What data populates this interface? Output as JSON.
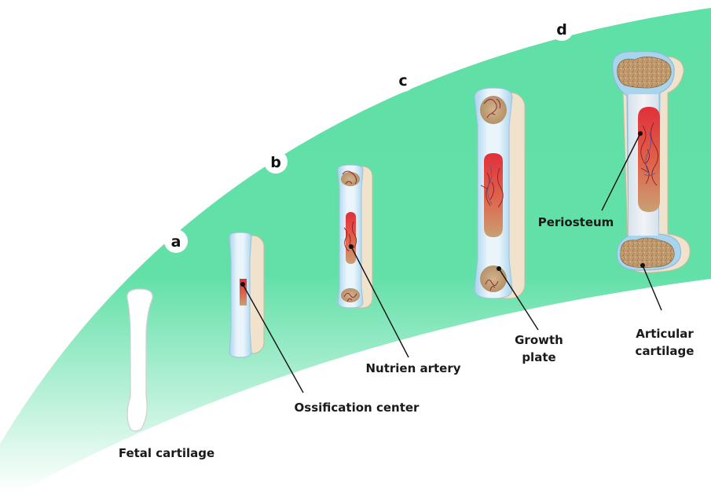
{
  "colors": {
    "band": "#5fe0a6",
    "band_fade": "#ffffff",
    "bone_blue": "#a8d4ee",
    "bone_back": "#f1e2cc",
    "marrow_red": "#e0303c",
    "marrow_tan": "#c9a074",
    "epiphysis": "#c8a884",
    "leader": "#111111"
  },
  "stages": [
    {
      "id": "a",
      "letter": "a"
    },
    {
      "id": "b",
      "letter": "b"
    },
    {
      "id": "c",
      "letter": "c"
    },
    {
      "id": "d",
      "letter": "d"
    }
  ],
  "labels": {
    "fetal_cartilage": "Fetal cartilage",
    "ossification_center": "Ossification center",
    "nutrient_artery": "Nutrien artery",
    "growth_plate_line1": "Growth",
    "growth_plate_line2": "plate",
    "periosteum": "Periosteum",
    "articular_line1": "Articular",
    "articular_line2": "cartilage"
  }
}
